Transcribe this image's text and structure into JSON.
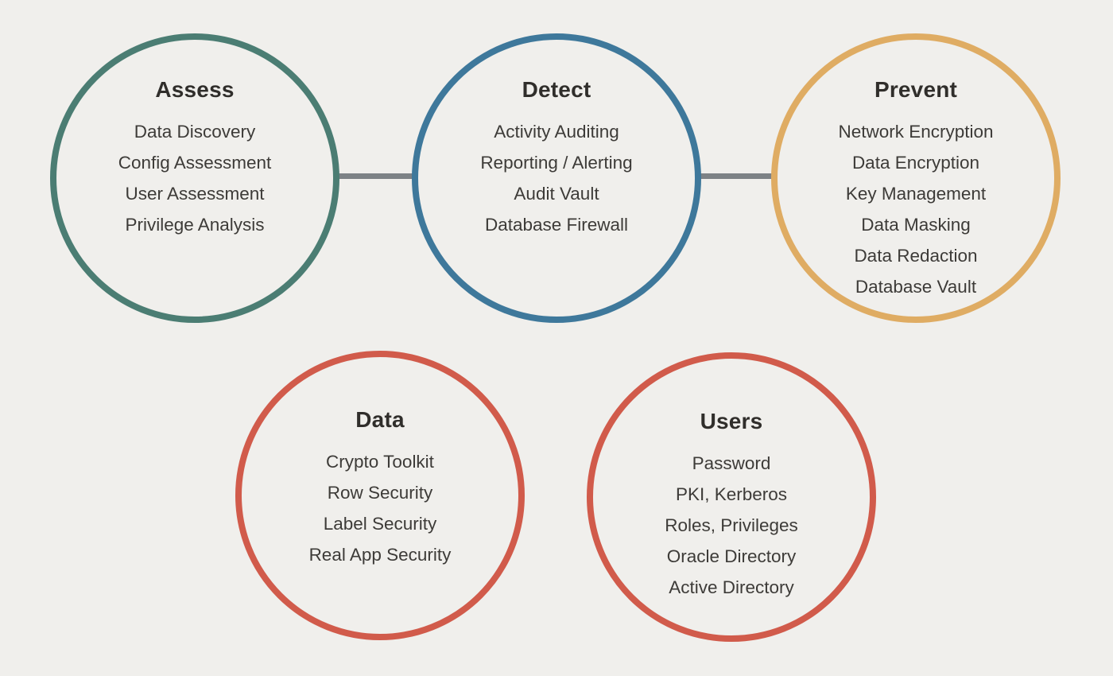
{
  "canvas": {
    "background_color": "#f0efec",
    "connector_color": "#7d8286",
    "title_text_color": "#302e2b",
    "item_text_color": "#3d3b38"
  },
  "connectors": [
    {
      "name": "assess-to-detect"
    },
    {
      "name": "detect-to-prevent"
    }
  ],
  "circles": [
    {
      "id": "assess",
      "title": "Assess",
      "border_color": "#4b7d73",
      "items": [
        "Data Discovery",
        "Config Assessment",
        "User Assessment",
        "Privilege Analysis"
      ]
    },
    {
      "id": "detect",
      "title": "Detect",
      "border_color": "#3e789b",
      "items": [
        "Activity Auditing",
        "Reporting / Alerting",
        "Audit Vault",
        "Database Firewall"
      ]
    },
    {
      "id": "prevent",
      "title": "Prevent",
      "border_color": "#dfac63",
      "items": [
        "Network Encryption",
        "Data Encryption",
        "Key Management",
        "Data Masking",
        "Data Redaction",
        "Database Vault"
      ]
    },
    {
      "id": "data",
      "title": "Data",
      "border_color": "#d15b4b",
      "items": [
        "Crypto Toolkit",
        "Row Security",
        "Label Security",
        "Real App Security"
      ]
    },
    {
      "id": "users",
      "title": "Users",
      "border_color": "#d15b4b",
      "items": [
        "Password",
        "PKI, Kerberos",
        "Roles, Privileges",
        "Oracle Directory",
        "Active Directory"
      ]
    }
  ]
}
